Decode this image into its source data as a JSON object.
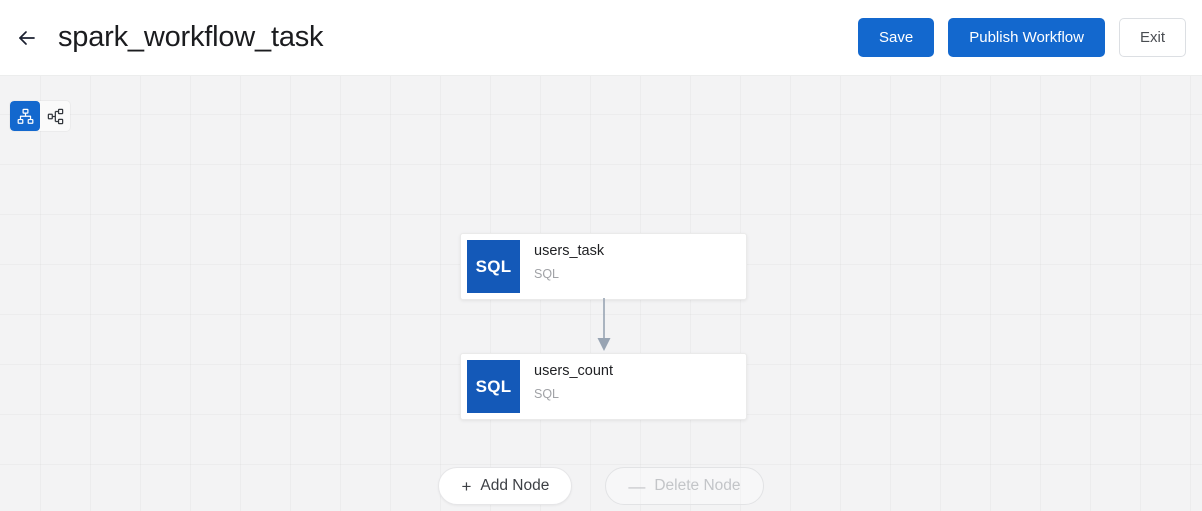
{
  "header": {
    "back_icon": "arrow-left-icon",
    "title": "spark_workflow_task",
    "buttons": {
      "save": "Save",
      "publish": "Publish Workflow",
      "exit": "Exit"
    }
  },
  "canvas": {
    "layout_toolbar": [
      {
        "icon": "hierarchy-vertical-icon",
        "active": true
      },
      {
        "icon": "hierarchy-horizontal-icon",
        "active": false
      }
    ],
    "nodes": [
      {
        "badge": "SQL",
        "title": "users_task",
        "subtitle": "SQL"
      },
      {
        "badge": "SQL",
        "title": "users_count",
        "subtitle": "SQL"
      }
    ],
    "edges": [
      {
        "from": "users_task",
        "to": "users_count",
        "arrow": "arrow-down-icon"
      }
    ],
    "actions": {
      "add_node": {
        "glyph": "+",
        "label": "Add Node",
        "enabled": true
      },
      "delete_node": {
        "glyph": "—",
        "label": "Delete Node",
        "enabled": false
      }
    }
  },
  "colors": {
    "accent_blue": "#1368ce",
    "badge_blue": "#1459b8",
    "canvas_bg": "#f3f3f4",
    "edge_gray": "#98a4b3",
    "muted_text": "#a0a2a6"
  }
}
